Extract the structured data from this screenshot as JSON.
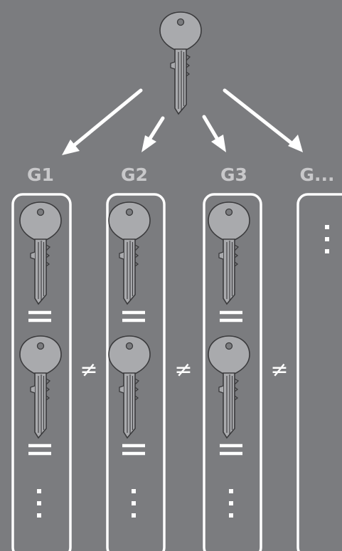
{
  "diagram": {
    "groups": [
      {
        "label": "G1"
      },
      {
        "label": "G2"
      },
      {
        "label": "G3"
      },
      {
        "label": "G..."
      }
    ],
    "equal_sign": "=",
    "not_equal_sign": "≠",
    "colors": {
      "background": "#7b7c7f",
      "key_fill": "#a9aaad",
      "key_stroke": "#3a3a3c",
      "lines": "#ffffff",
      "label": "#c8c8ca"
    },
    "icons": [
      "key-icon",
      "arrow-icon",
      "ellipsis-vertical-icon"
    ]
  }
}
